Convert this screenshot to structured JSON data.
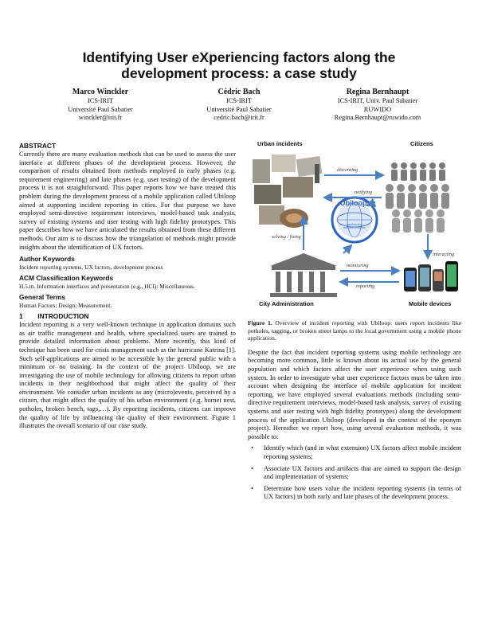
{
  "paper": {
    "title": "Identifying User eXperiencing factors along the development process: a case study",
    "authors": [
      {
        "name": "Marco Winckler",
        "affiliation": "ICS-IRIT",
        "institution": "Université Paul Sabatier",
        "email": "winckler@irit.fr"
      },
      {
        "name": "Cédric Bach",
        "affiliation": "ICS-IRIT",
        "institution": "Université Paul Sabatier",
        "email": "cedric.bach@irit.fr"
      },
      {
        "name": "Regina Bernhaupt",
        "affiliation": "ICS-IRIT, Univ. Paul Sabatier",
        "institution": "RUWIDO",
        "email": "Regina.Bernhaupt@ruwido.com"
      }
    ]
  },
  "abstract": {
    "heading": "ABSTRACT",
    "text": "Currently there are many evaluation methods that can be used to assess the user interface at different phases of the development process. However, the comparison of results obtained from methods employed in early phases (e.g. requirement engineering) and late phases (e.g. user testing) of the development process it is not straightforward. This paper reports how we have treated this problem during the development process of a mobile application called Ubiloop aimed at supporting incident reporting in cities. For that purpose we have employed semi-directive requirement interviews, model-based task analysis, survey of existing systems and user testing with high fidelity prototypes. This paper describes how we have articulated the results obtained from these different methods. Our aim is to discuss how the triangulation of methods might provide insights about the identification of UX factors."
  },
  "keywords": {
    "heading": "Author Keywords",
    "text": "Incident reporting systems, UX factors, development process"
  },
  "acm": {
    "heading": "ACM Classification Keywords",
    "text": "H.5.m. Information interfaces and presentation (e.g., HCI): Miscellaneous."
  },
  "terms": {
    "heading": "General Terms",
    "text": "Human Factors; Design; Measurement."
  },
  "intro": {
    "heading": "1        INTRODUCTION",
    "text": "Incident reporting is a very well-known technique in application domains such as air traffic management and health, where specialized users are trained to provide detailed information about problems. More recently, this kind of technique has been used for crisis management such as the hurricane Katrina [1]. Such self-applications are aimed to be accessible by the general public with a minimum or no training. In the context of the project Ubiloop, we are investigating the use of mobile technology for allowing citizens to report urban incidents in their neighborhood that might affect the quality of their environment. We consider urban incidents as any (micro)events, perceived by a citizen, that might affect the quality of his urban environment (e.g. hornet nest, potholes, broken bench, tags,…). By reporting incidents, citizens can improve the quality of life by influencing the quality of their environment. Figure 1 illustrates the overall scenario of our case study."
  },
  "figure": {
    "labels": {
      "urban": "Urban incidents",
      "citizens": "Citizens",
      "city": "City Administration",
      "mobile": "Mobile devices",
      "logo": "Ubiloop",
      "logo_sub": "signalement de nuisances urbaines"
    },
    "actions": {
      "discerning": "discerning",
      "notifying": "notifying",
      "solving": "solving / fixing",
      "interacting": "interacting",
      "monitoring": "monitoring",
      "reporting": "reporting"
    },
    "caption_label": "Figure 1.",
    "caption_text": " Overview of incident reporting with Ubiloop: users report incidents like potholes, tagging, or broken street lamps to the local government using a mobile phone application."
  },
  "right_text": "Despite the fact that incident reporting systems using mobile technology are becoming more common, little is known about its actual use by the general population and which factors affect the user experience when using such system. In order to investigate what user experience factors must be taken into account when designing the interface of mobile application for incident reporting, we have employed several evaluations methods (including semi-directive requirement interviews, model-based task analysis, survey of existing systems and user testing with high fidelity prototypes) along the development process of the application Ubiloop (developed in the context of the eponym project). Hereafter we report how, using several evaluation methods, it was possible to:",
  "bullets": [
    "Identify which (and in what extension) UX factors affect mobile incident reporting systems;",
    "Associate UX factors and artifacts that are aimed to support the design and implementation of systems;",
    "Determine how users value the incident reporting systems (in terms of UX factors) in both early and late phases of the development process."
  ],
  "colors": {
    "arrow": "#4a7fc1",
    "logo_blue": "#2a63c7",
    "person": "#7a7a7a"
  }
}
